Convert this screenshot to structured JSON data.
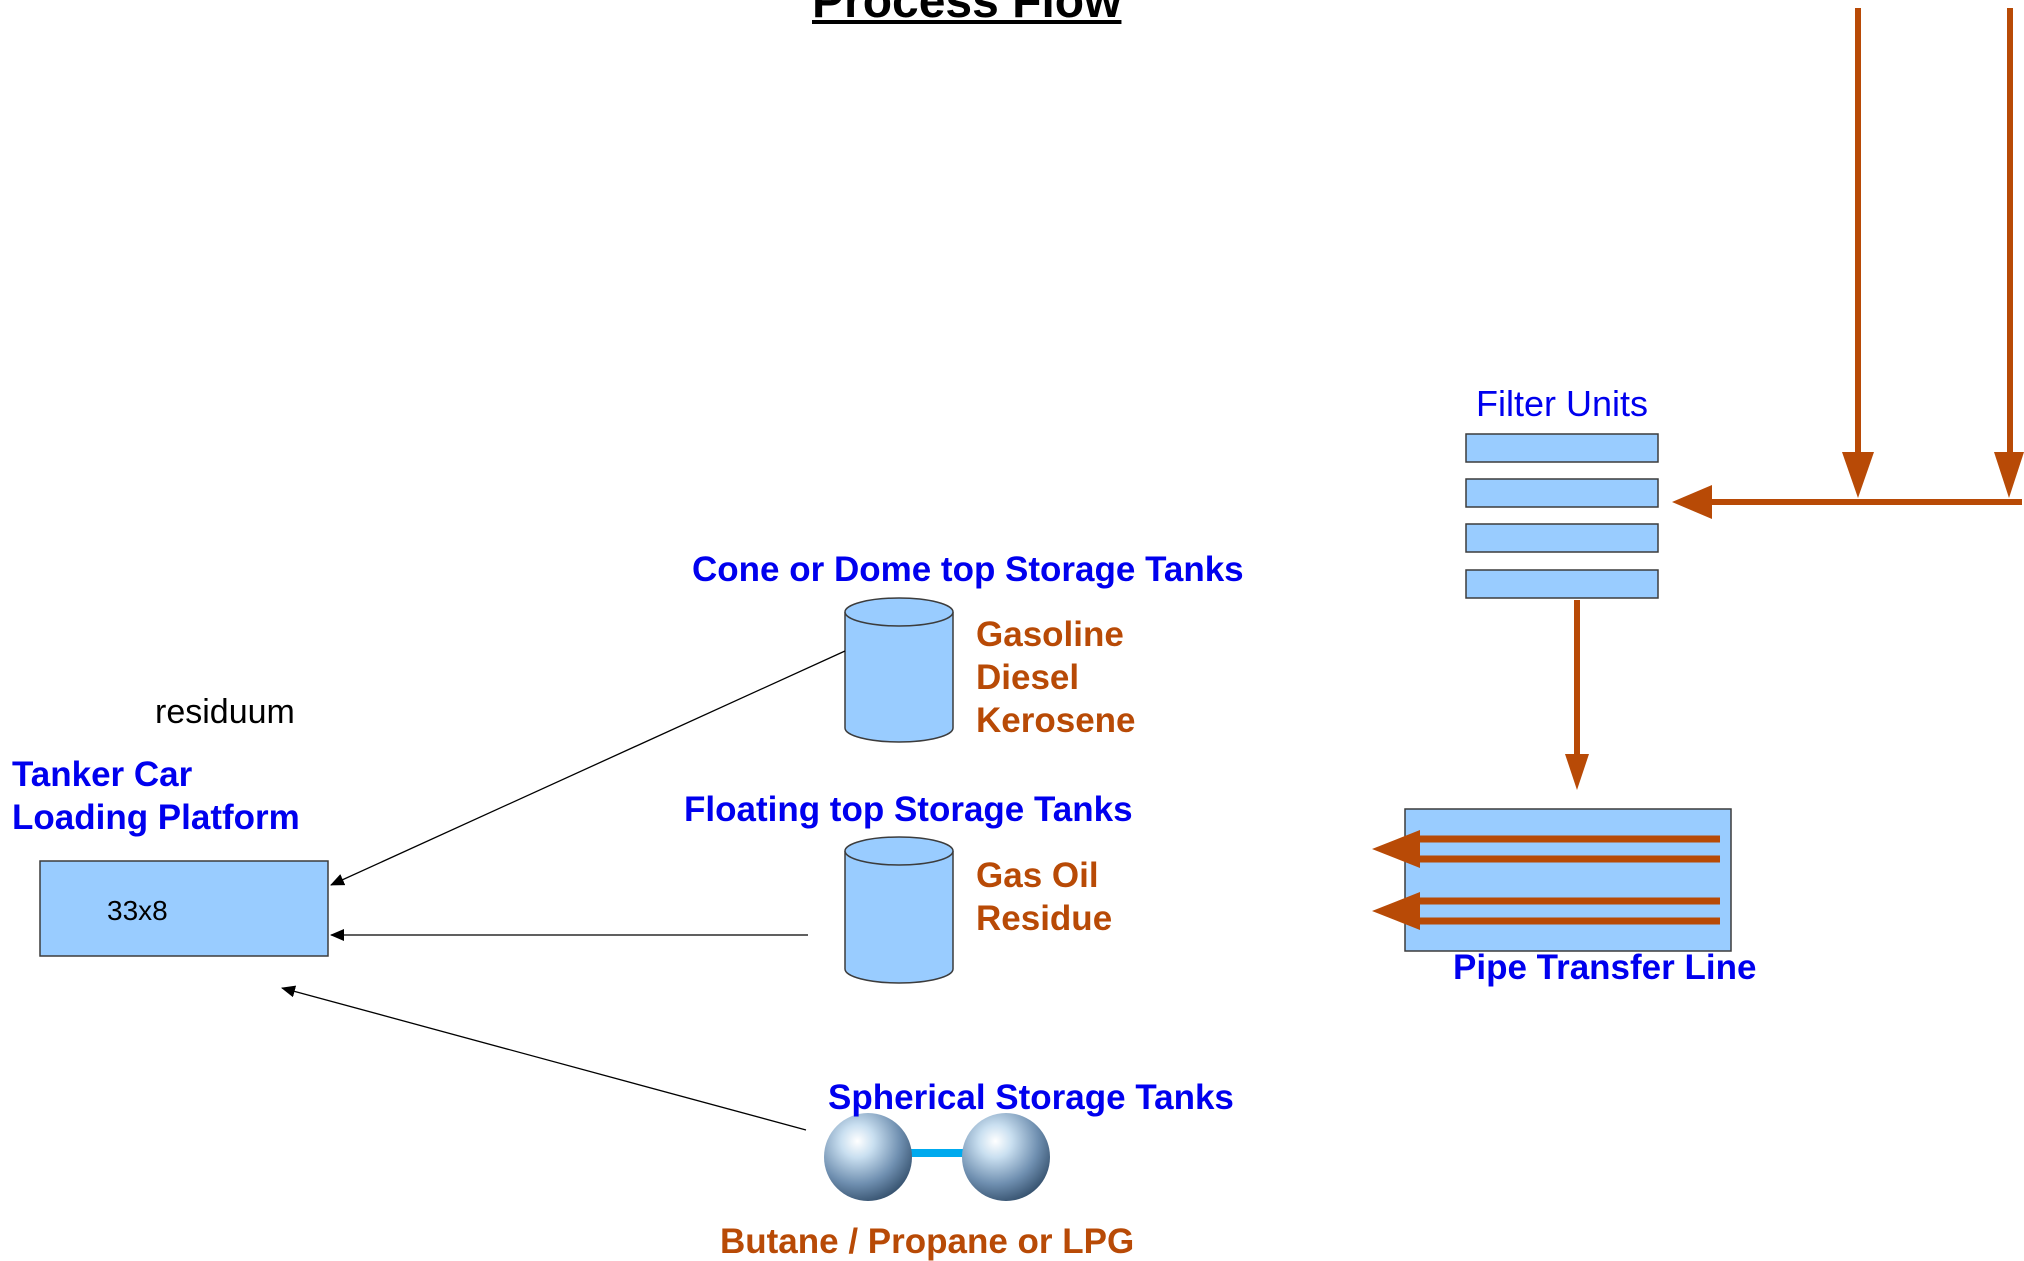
{
  "title": "Process Flow",
  "colors": {
    "label_blue": "#0000ee",
    "product_orange": "#b84a06",
    "box_fill": "#99ccff",
    "box_stroke": "#3c3c3c",
    "pipe_orange": "#b84a06",
    "sphere_link": "#00aaee"
  },
  "filter_units": {
    "label": "Filter Units",
    "count": 4
  },
  "pipe_transfer_line": {
    "label": "Pipe Transfer Line"
  },
  "cone_tanks": {
    "label": "Cone or Dome top  Storage Tanks",
    "products": [
      "Gasoline",
      "Diesel",
      "Kerosene"
    ]
  },
  "floating_tanks": {
    "label": "Floating top  Storage Tanks",
    "products": [
      "Gas Oil",
      "Residue"
    ]
  },
  "spherical_tanks": {
    "label": "Spherical Storage Tanks",
    "products": "Butane  / Propane or LPG"
  },
  "tanker_car": {
    "label_line1": "Tanker Car",
    "label_line2": "Loading Platform",
    "note": "residuum",
    "box_text": "33x8"
  }
}
